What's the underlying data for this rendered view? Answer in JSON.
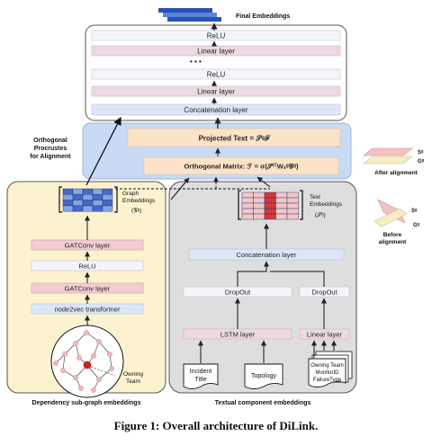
{
  "top_block": {
    "title": "Final Embeddings",
    "layers": [
      "ReLU",
      "Linear layer",
      "• • •",
      "ReLU",
      "Linear layer",
      "Concatenation layer"
    ]
  },
  "alignment": {
    "side_label_lines": [
      "Orthogonal",
      "Procrustes",
      "for Alignment"
    ],
    "projected_text": "Projected Text = 𝒮ᵍℱ",
    "orthogonal_matrix": "Orthogonal Matrix: ℱ = σ(𝒮ᵗᵀWₛᵍ𝒢ᵍ)"
  },
  "right_panel": {
    "after_label": "After alignment",
    "before_label_lines": [
      "Before",
      "alignment"
    ],
    "s_label": "Sᵍ",
    "g_label": "Gᵍ"
  },
  "dependency": {
    "caption": "Dependency sub-graph embeddings",
    "emb_label_lines": [
      "Graph",
      "Embeddings"
    ],
    "emb_symbol": "(𝒢ᵍ)",
    "layers": [
      "GATConv layer",
      "ReLU",
      "GATConv layer",
      "node2vec transformer"
    ],
    "owning_team_lines": [
      "Owning",
      "Team"
    ]
  },
  "textual": {
    "caption": "Textual component embeddings",
    "emb_label_lines": [
      "Text",
      "Embeddings"
    ],
    "emb_symbol": "(𝒮ᵍ)",
    "concat": "Concatenation layer",
    "dropout_left": "DropOut",
    "dropout_right": "DropOut",
    "lstm": "LSTM layer",
    "linear": "Linear layer",
    "doc1_lines": [
      "Incident",
      "Title"
    ],
    "doc2_lines": [
      "Topology"
    ],
    "doc3_lines": [
      "Owning Team",
      "MonitorID",
      "FailureType"
    ]
  },
  "figure_caption": "Figure 1: Overall architecture of DiLink.",
  "colors": {
    "relu": "#f4f5f9",
    "linear": "#ecd9e3",
    "concat": "#dce6f6",
    "gat": "#f2cdd4",
    "alignment_bg": "#c9daf4",
    "alignment_box": "#fce3c8",
    "dependency_bg": "#fdf2cf",
    "textual_bg": "#dedede",
    "emb_blue": "#3f6bc8",
    "emb_red": "#d33a3a"
  }
}
